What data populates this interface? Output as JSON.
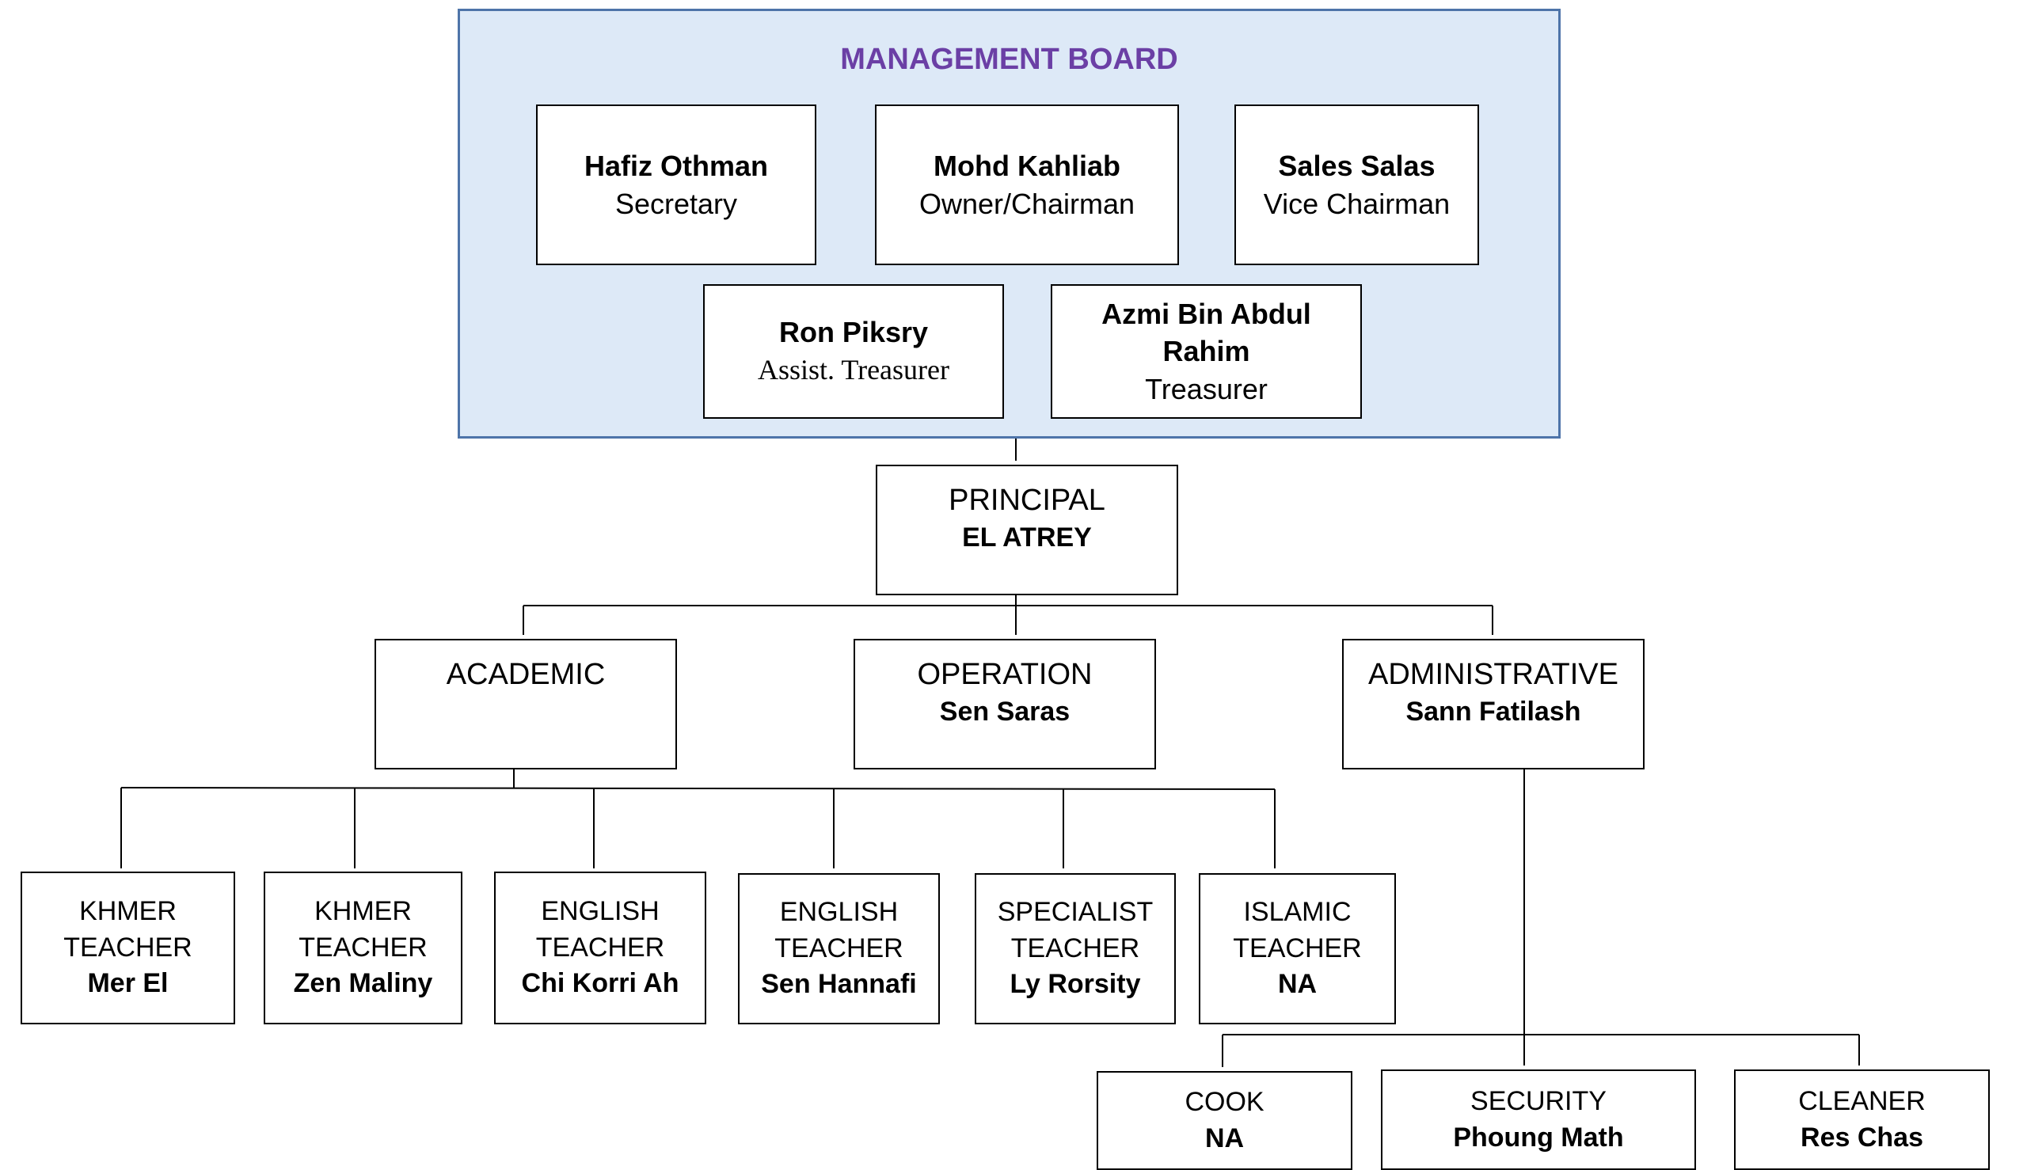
{
  "board": {
    "title": "MANAGEMENT BOARD",
    "colors": {
      "fill": "#dde9f7",
      "border": "#4e74a9",
      "title": "#6b3fa5"
    },
    "members": [
      {
        "name": "Hafiz Othman",
        "role": "Secretary"
      },
      {
        "name": "Mohd Kahliab",
        "role": "Owner/Chairman"
      },
      {
        "name": "Sales Salas",
        "role": "Vice Chairman"
      },
      {
        "name": "Ron Piksry",
        "role": "Assist. Treasurer"
      },
      {
        "name_line1": "Azmi Bin Abdul",
        "name_line2": "Rahim",
        "role": "Treasurer"
      }
    ]
  },
  "principal": {
    "title": "PRINCIPAL",
    "name": "EL ATREY"
  },
  "departments": [
    {
      "title": "ACADEMIC",
      "name": ""
    },
    {
      "title": "OPERATION",
      "name": "Sen Saras"
    },
    {
      "title": "ADMINISTRATIVE",
      "name": "Sann Fatilash"
    }
  ],
  "teachers": [
    {
      "line1": "KHMER",
      "line2": "TEACHER",
      "name": "Mer El"
    },
    {
      "line1": "KHMER",
      "line2": "TEACHER",
      "name": "Zen Maliny"
    },
    {
      "line1": "ENGLISH",
      "line2": "TEACHER",
      "name": "Chi Korri Ah"
    },
    {
      "line1": "ENGLISH",
      "line2": "TEACHER",
      "name": "Sen Hannafi"
    },
    {
      "line1": "SPECIALIST",
      "line2": "TEACHER",
      "name": "Ly Rorsity"
    },
    {
      "line1": "ISLAMIC",
      "line2": "TEACHER",
      "name": "NA"
    }
  ],
  "staff": [
    {
      "title": "COOK",
      "name": "NA"
    },
    {
      "title": "SECURITY",
      "name": "Phoung Math"
    },
    {
      "title": "CLEANER",
      "name": "Res Chas"
    }
  ]
}
